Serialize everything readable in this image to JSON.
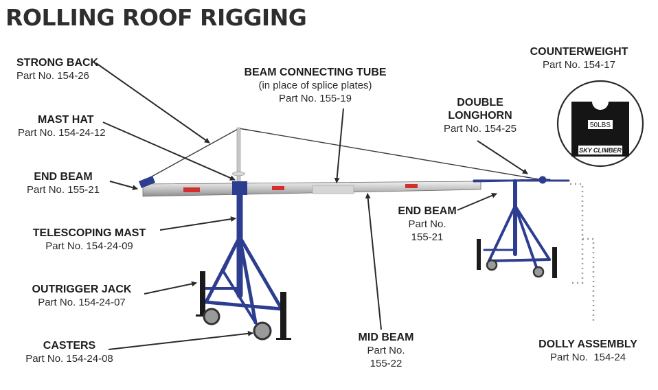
{
  "title": "ROLLING ROOF RIGGING",
  "labels": {
    "strong_back": {
      "name": "STRONG BACK",
      "part": "Part No. 154-26"
    },
    "mast_hat": {
      "name": "MAST HAT",
      "part": "Part No. 154-24-12"
    },
    "end_beam_left": {
      "name": "END BEAM",
      "part": "Part No. 155-21"
    },
    "telescoping_mast": {
      "name": "TELESCOPING MAST",
      "part": "Part No. 154-24-09"
    },
    "outrigger_jack": {
      "name": "OUTRIGGER JACK",
      "part": "Part No. 154-24-07"
    },
    "casters": {
      "name": "CASTERS",
      "part": "Part No. 154-24-08"
    },
    "beam_connecting_tube": {
      "name": "BEAM CONNECTING TUBE",
      "note": "(in place of splice plates)",
      "part": "Part No. 155-19"
    },
    "counterweight": {
      "name": "COUNTERWEIGHT",
      "part": "Part No. 154-17"
    },
    "double_longhorn": {
      "name_line1": "DOUBLE",
      "name_line2": "LONGHORN",
      "part": "Part No. 154-25"
    },
    "end_beam_right": {
      "name": "END BEAM",
      "part_line1": "Part No.",
      "part_line2": "155-21"
    },
    "mid_beam": {
      "name": "MID BEAM",
      "part_line1": "Part No.",
      "part_line2": "155-22"
    },
    "dolly_assembly": {
      "name": "DOLLY ASSEMBLY",
      "part": "Part No.  154-24"
    }
  },
  "counterweight_plate": {
    "weight_text": "50LBS",
    "brand_text": "SKY CLIMBER"
  },
  "colors": {
    "frame_blue": "#2d3d8f",
    "beam_silver": "#c8c8c8",
    "leader_line": "#2a2a2a",
    "reflector_red": "#d22f2f"
  }
}
